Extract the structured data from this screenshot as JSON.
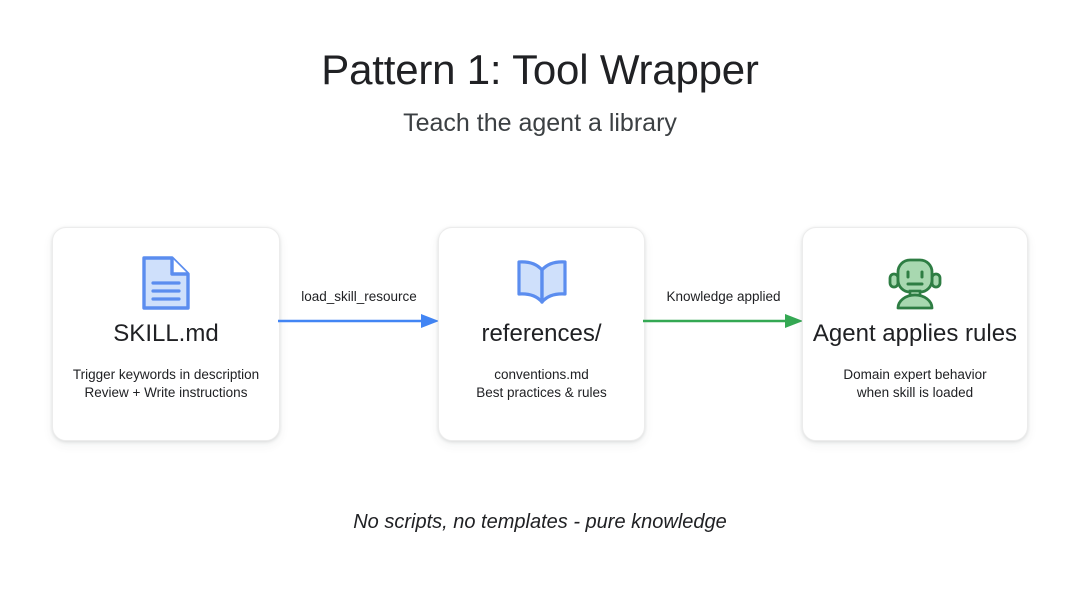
{
  "header": {
    "title": "Pattern 1: Tool Wrapper",
    "subtitle": "Teach the agent a library"
  },
  "colors": {
    "blue": "#4285f4",
    "blue_fill": "#c6dafc",
    "blue_stroke": "#5b8def",
    "green": "#34a853",
    "green_dark": "#2e7d43",
    "green_fill": "#a8d8b0",
    "text": "#202124",
    "background": "#ffffff",
    "card_border": "#ececec"
  },
  "flow": {
    "cards": [
      {
        "icon": "document-icon",
        "icon_color": "#5b8def",
        "title": "SKILL.md",
        "sub_lines": [
          "Trigger keywords in description",
          "Review + Write instructions"
        ]
      },
      {
        "icon": "open-book-icon",
        "icon_color": "#5b8def",
        "title": "references/",
        "sub_lines": [
          "conventions.md",
          "Best practices & rules"
        ]
      },
      {
        "icon": "robot-icon",
        "icon_color": "#2e7d43",
        "title": "Agent applies rules",
        "sub_lines": [
          "Domain expert behavior",
          "when skill is loaded"
        ]
      }
    ],
    "arrows": [
      {
        "label": "load_skill_resource",
        "color": "#4285f4",
        "direction": "right"
      },
      {
        "label": "Knowledge applied",
        "color": "#34a853",
        "direction": "right"
      }
    ]
  },
  "caption": "No scripts, no templates - pure knowledge"
}
